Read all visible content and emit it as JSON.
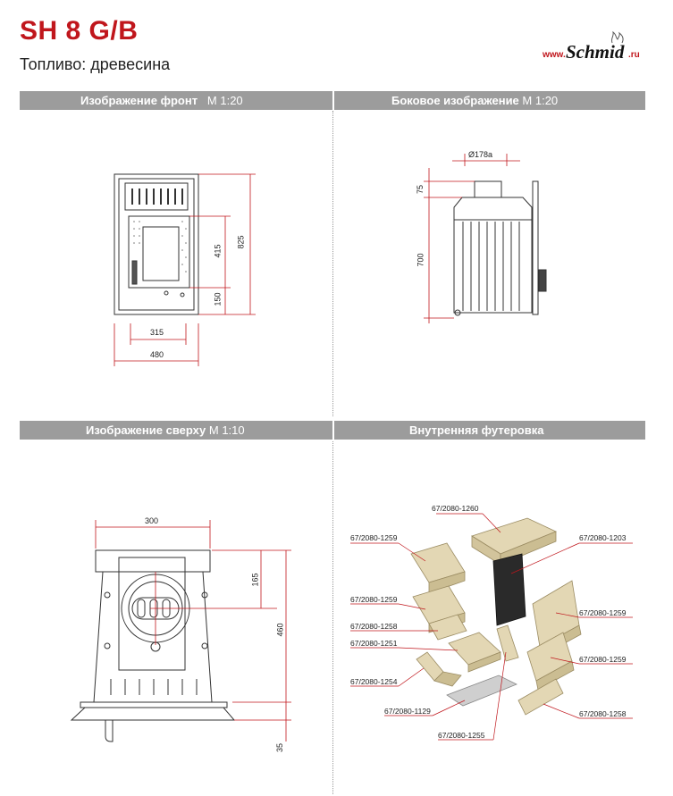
{
  "header": {
    "title": "SH 8 G/B",
    "subtitle": "Топливо: древесина",
    "logo_prefix": "www.",
    "logo_brand": "Schmid",
    "logo_suffix": ".ru"
  },
  "colors": {
    "title_red": "#c0161c",
    "bar_grey": "#9c9c9c",
    "dim_red": "#c0161c",
    "brick": "#e3d7b4"
  },
  "sections": {
    "front": {
      "title": "Изображение фронт",
      "scale": "M 1:20"
    },
    "side": {
      "title": "Боковое изображение",
      "scale": "M 1:20"
    },
    "top": {
      "title": "Изображение сверху",
      "scale": "M 1:10"
    },
    "lining": {
      "title": "Внутренняя футеровка",
      "scale": ""
    }
  },
  "front_dims": {
    "height": "825",
    "door_height": "415",
    "base": "150",
    "inner_width": "315",
    "width": "480"
  },
  "side_dims": {
    "flue": "Ø178a",
    "top": "75",
    "height": "700"
  },
  "top_dims": {
    "width": "300",
    "depth_front": "165",
    "depth": "460",
    "rear": "35"
  },
  "parts": [
    "67/2080-1260",
    "67/2080-1259",
    "67/2080-1203",
    "67/2080-1259",
    "67/2080-1259",
    "67/2080-1258",
    "67/2080-1251",
    "67/2080-1259",
    "67/2080-1254",
    "67/2080-1129",
    "67/2080-1258",
    "67/2080-1255"
  ]
}
